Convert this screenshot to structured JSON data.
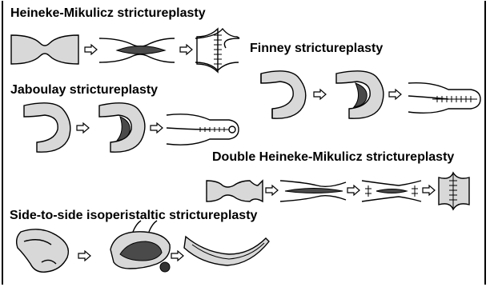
{
  "titles": {
    "heineke": "Heineke-Mikulicz strictureplasty",
    "finney": "Finney strictureplasty",
    "jaboulay": "Jaboulay strictureplasty",
    "double_heineke": "Double Heineke-Mikulicz strictureplasty",
    "side_to_side": "Side-to-side isoperistaltic strictureplasty"
  },
  "colors": {
    "tissue_fill": "#d8d8d8",
    "lumen_dark": "#4a4a4a",
    "line": "#000000"
  }
}
